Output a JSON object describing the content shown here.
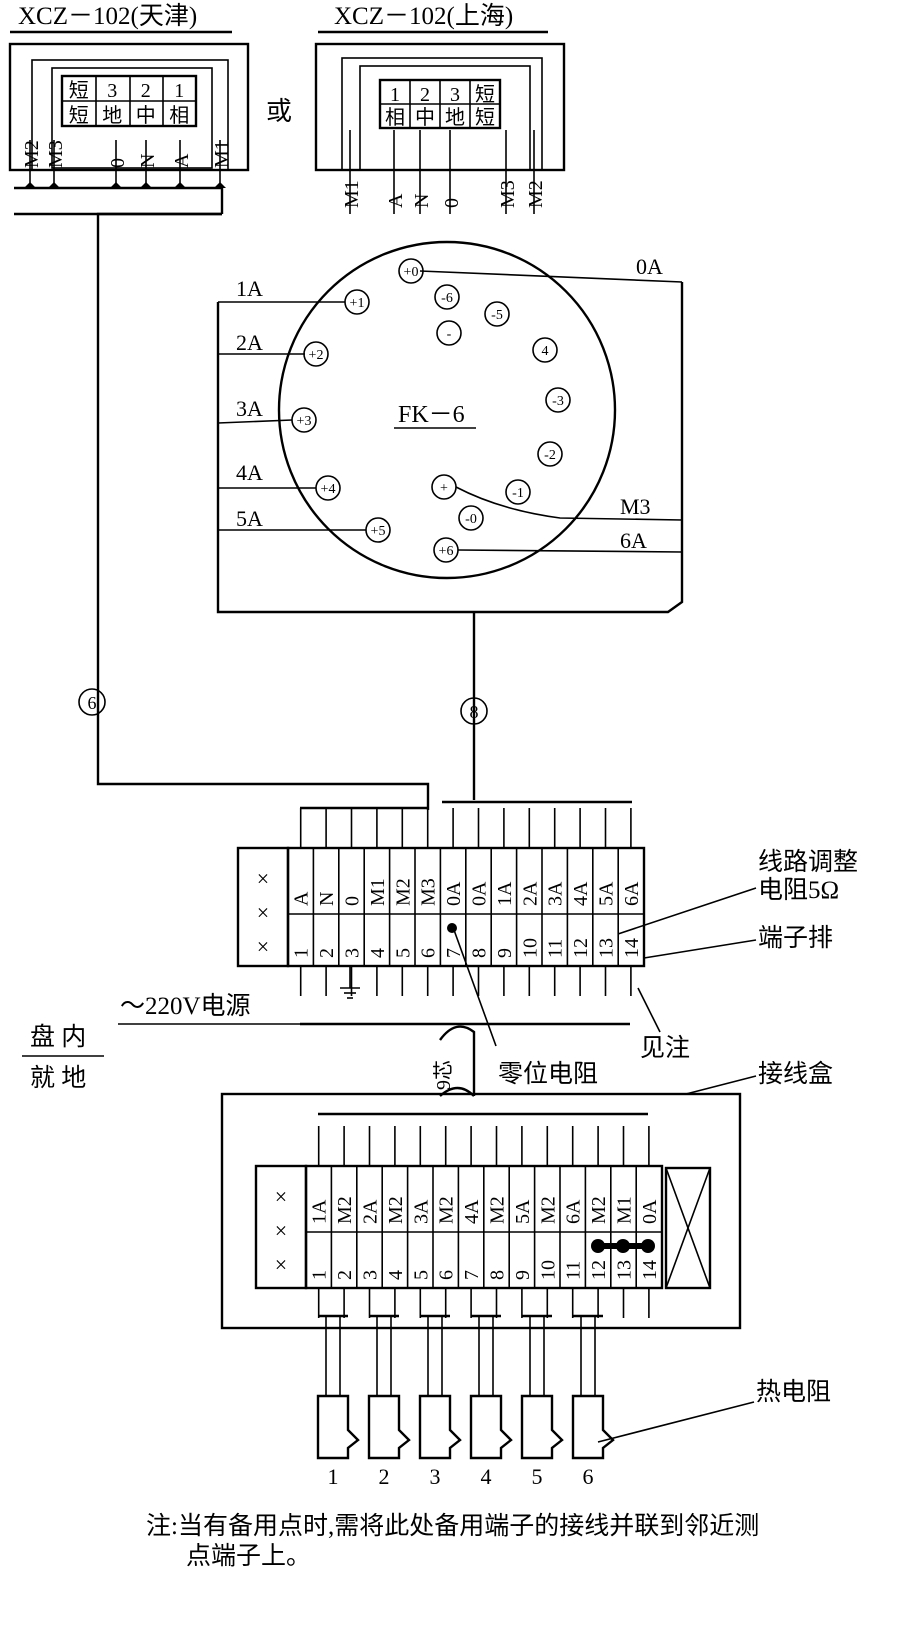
{
  "meters": {
    "tianjin": {
      "title": "XCZ－102(天津)",
      "top_row": [
        "短",
        "3",
        "2",
        "1"
      ],
      "bottom_row": [
        "短",
        "地",
        "中",
        "相"
      ],
      "terminals": [
        "M2",
        "M3",
        "0",
        "N",
        "A",
        "M1"
      ]
    },
    "or_label": "或",
    "shanghai": {
      "title": "XCZ－102(上海)",
      "top_row": [
        "1",
        "2",
        "3",
        "短"
      ],
      "bottom_row": [
        "相",
        "中",
        "地",
        "短"
      ],
      "terminals": [
        "M1",
        "A",
        "N",
        "0",
        "M3",
        "M2"
      ]
    }
  },
  "switch": {
    "name": "FK－6",
    "outer_contacts": [
      "+0",
      "+1",
      "+2",
      "+3",
      "+4",
      "+5",
      "+6"
    ],
    "inner_contacts": [
      "-6",
      "-5",
      "-",
      "4",
      "-3",
      "-2",
      "-1",
      "+",
      "-0"
    ],
    "wire_labels": [
      "0A",
      "1A",
      "2A",
      "3A",
      "4A",
      "5A",
      "M3",
      "6A"
    ]
  },
  "cable_markers": [
    "6",
    "8",
    "9芯"
  ],
  "panel_strip": {
    "top_labels": [
      "A",
      "N",
      "0",
      "M1",
      "M2",
      "M3",
      "0A",
      "0A",
      "1A",
      "2A",
      "3A",
      "4A",
      "5A",
      "6A"
    ],
    "numbers": [
      "1",
      "2",
      "3",
      "4",
      "5",
      "6",
      "7",
      "8",
      "9",
      "10",
      "11",
      "12",
      "13",
      "14"
    ],
    "cross_marks": [
      "×",
      "×",
      "×"
    ]
  },
  "box_strip": {
    "top_labels": [
      "1A",
      "M2",
      "2A",
      "M2",
      "3A",
      "M2",
      "4A",
      "M2",
      "5A",
      "M2",
      "6A",
      "M2",
      "M1",
      "0A"
    ],
    "numbers": [
      "1",
      "2",
      "3",
      "4",
      "5",
      "6",
      "7",
      "8",
      "9",
      "10",
      "11",
      "12",
      "13",
      "14"
    ],
    "cross_marks": [
      "×",
      "×",
      "×"
    ]
  },
  "annotations": {
    "line_resistor": "线路调整",
    "line_resistor_value": "电阻5Ω",
    "terminal_block": "端子排",
    "power": "～220V电源",
    "see_note": "见注",
    "zero_resistor": "零位电阻",
    "junction_box": "接线盒",
    "in_panel": "盘 内",
    "on_site": "就 地",
    "thermistor": "热电阻"
  },
  "sensors": [
    "1",
    "2",
    "3",
    "4",
    "5",
    "6"
  ],
  "note": {
    "line1": "注:当有备用点时,需将此处备用端子的接线并联到邻近测",
    "line2": "点端子上。"
  }
}
